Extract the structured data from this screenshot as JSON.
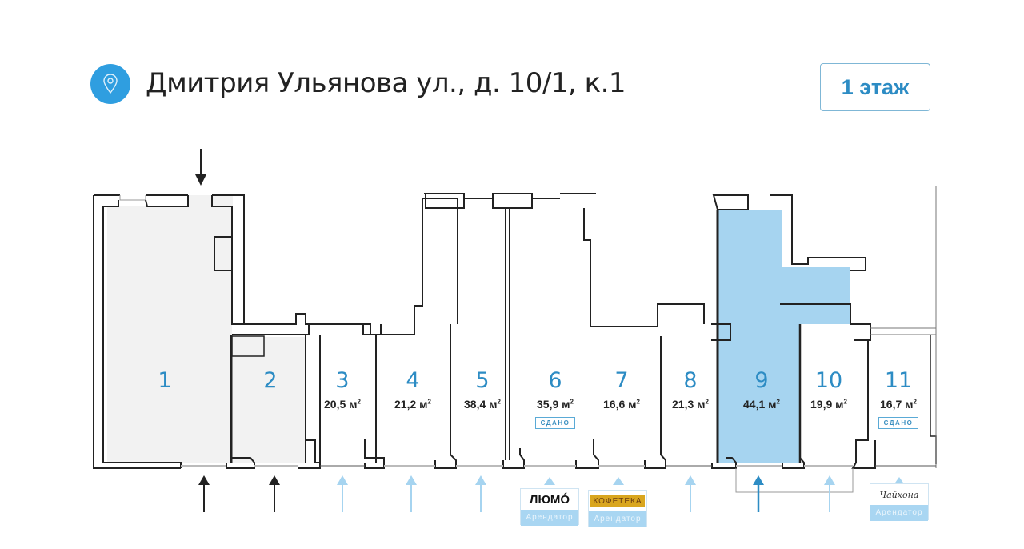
{
  "header": {
    "location_icon": "map-pin-icon",
    "title": "Дмитрия Ульянова ул., д. 10/1, к.1",
    "floor_button": "1 этаж"
  },
  "colors": {
    "accent": "#2d8cc4",
    "selected_fill": "#a6d4f0",
    "occupied_fill": "#f2f2f2",
    "wall": "#222222"
  },
  "rooms": [
    {
      "number": "1",
      "area": "",
      "status": "occupied"
    },
    {
      "number": "2",
      "area": "",
      "status": "occupied"
    },
    {
      "number": "3",
      "area": "20,5 м",
      "status": "available"
    },
    {
      "number": "4",
      "area": "21,2 м",
      "status": "available"
    },
    {
      "number": "5",
      "area": "38,4 м",
      "status": "available"
    },
    {
      "number": "6",
      "area": "35,9 м",
      "status": "rented",
      "badge": "СДАНО"
    },
    {
      "number": "7",
      "area": "16,6 м",
      "status": "available"
    },
    {
      "number": "8",
      "area": "21,3 м",
      "status": "available"
    },
    {
      "number": "9",
      "area": "44,1 м",
      "status": "selected"
    },
    {
      "number": "10",
      "area": "19,9 м",
      "status": "available"
    },
    {
      "number": "11",
      "area": "16,7 м",
      "status": "rented",
      "badge": "СДАНО"
    }
  ],
  "area_unit_sup": "2",
  "tenants": [
    {
      "logo_text": "ЛЮМÓ",
      "label": "Арендатор"
    },
    {
      "logo_text": "КОФЕТЕКА",
      "label": "Арендатор"
    },
    {
      "logo_text": "Чайхона",
      "label": "Арендатор"
    }
  ]
}
